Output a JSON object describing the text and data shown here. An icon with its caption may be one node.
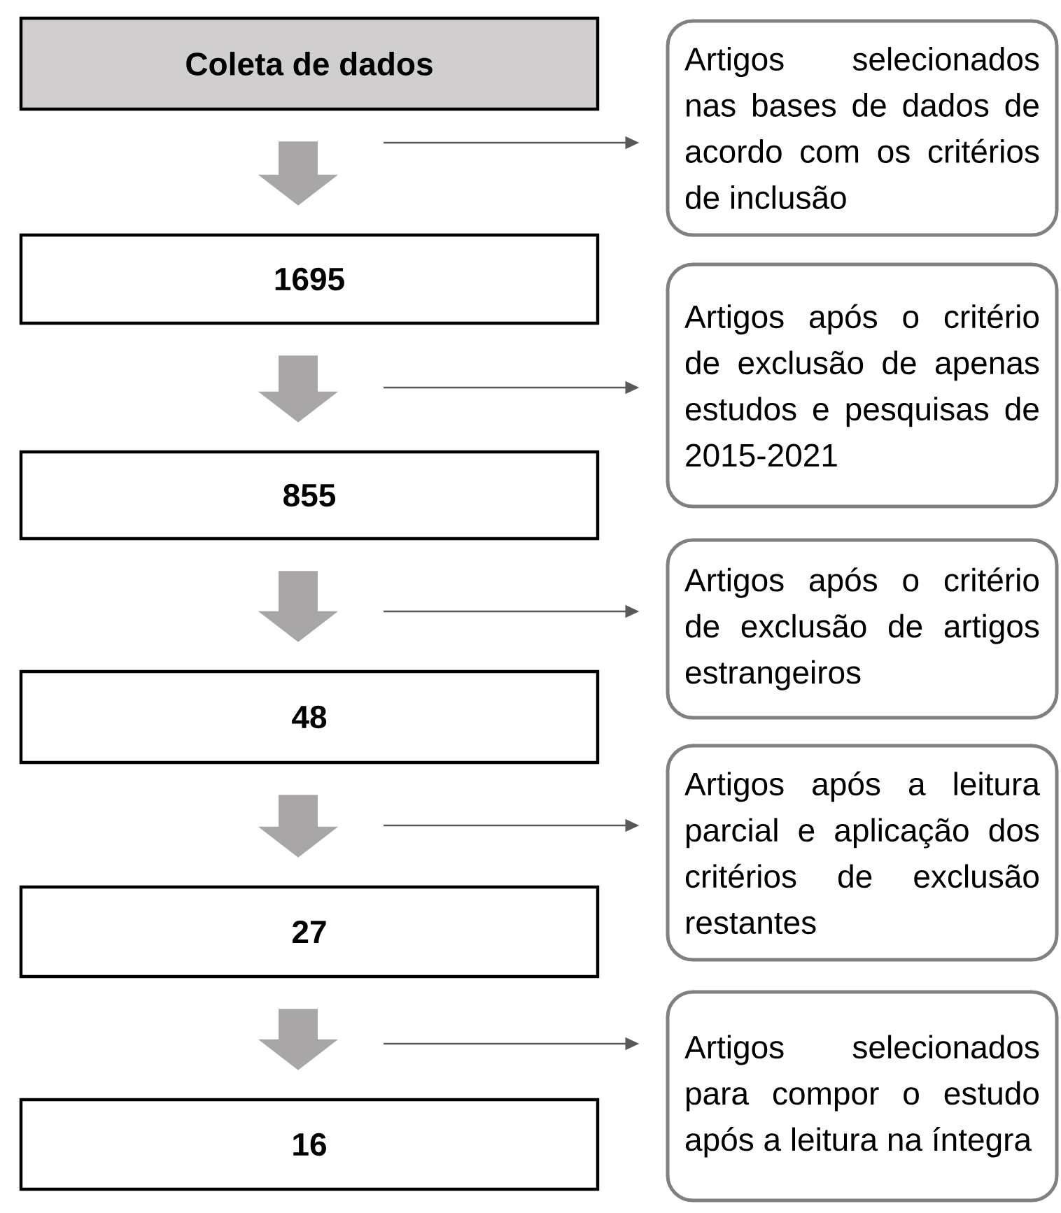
{
  "diagram": {
    "nodes": [
      {
        "text": [
          "Coleta de dados"
        ]
      },
      {
        "text": [
          "1695"
        ]
      },
      {
        "text": [
          "855"
        ]
      },
      {
        "text": [
          "48"
        ]
      },
      {
        "text": [
          "27"
        ]
      },
      {
        "text": [
          "16"
        ]
      },
      {
        "text": [
          "Artigos selecionados nas bases de dados de acordo com os critérios de inclusão"
        ]
      },
      {
        "text": [
          "Artigos após o critério de exclusão de apenas estudos e pesquisas de 2015-2021"
        ]
      },
      {
        "text": [
          "Artigos após o critério de exclusão de artigos estrangeiros"
        ]
      },
      {
        "text": [
          "Artigos após a leitura parcial e aplicação dos critérios de exclusão restantes"
        ]
      },
      {
        "text": [
          "Artigos selecionados para compor o estudo após a leitura na íntegra"
        ]
      }
    ],
    "edges": [
      {
        "from": 0,
        "to": 1,
        "arrow": "to",
        "style": "thick",
        "color": "#a8a6a6"
      },
      {
        "from": 1,
        "to": 2,
        "arrow": "to",
        "style": "thick",
        "color": "#a8a6a6"
      },
      {
        "from": 2,
        "to": 3,
        "arrow": "to",
        "style": "thick",
        "color": "#a8a6a6"
      },
      {
        "from": 3,
        "to": 4,
        "arrow": "to",
        "style": "thick",
        "color": "#a8a6a6"
      },
      {
        "from": 4,
        "to": 5,
        "arrow": "to",
        "style": "thick",
        "color": "#a8a6a6"
      },
      {
        "from": null,
        "to": 6,
        "arrow": "to"
      },
      {
        "from": null,
        "to": 7,
        "arrow": "to"
      },
      {
        "from": null,
        "to": 8,
        "arrow": "to"
      },
      {
        "from": null,
        "to": 9,
        "arrow": "to"
      },
      {
        "from": null,
        "to": 10,
        "arrow": "to"
      }
    ]
  }
}
